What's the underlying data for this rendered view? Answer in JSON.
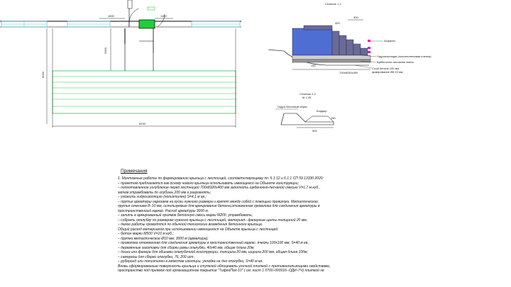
{
  "plan": {
    "dims": {
      "d1800": "1800",
      "d1400": "1400",
      "d2000": "2000",
      "d6000": "6000",
      "d8230": "8230"
    }
  },
  "section_1": {
    "title": "Сечение 1-1",
    "labels": {
      "asphalt": "Асфальт",
      "hydro": "Гидроизоляция (полиэтиленовая пленка)",
      "gravel": "Щебеночно-песчаная смесь",
      "slab": "Слой бетона 100 мм",
      "rebar": "армирование Ø8 20 мм"
    },
    "dims": {
      "d300": "300",
      "d400": "400",
      "d150": "150",
      "d700": "700x8230x400"
    }
  },
  "section_2": {
    "title": "Сечение 2-2",
    "scale": "М 1:25",
    "labels": {
      "edge": "Гидро-бетонный обрез",
      "border": "Бордюр"
    },
    "dims": {
      "d500": "500",
      "d150": "150"
    }
  },
  "notes": {
    "title": "Примечания",
    "lines": [
      "1. Монтажные работы по формированию крыльца с лестницей, соответствующему пп. 5.1.12 и 6.1.1 СП 59.13330.2020:",
      "– проектом предлагается как основу нового крыльца использовать имеющееся на Объекте конструкции;",
      "– подготовленное углубление перед лестницей 700х8320х400 мм заполнить щебеночно-песчаной смесью V=1,7 м куб.,",
      "затем утрамбовать до глубины 200 мм и разровнять;",
      "– уложить гидроизоляцию (полиэтилен) S=4,1 м кв.;",
      "– прутья арматуры нарезаем на куски нужного размера и крепят между собой с помощью проволоки. Металлические",
      "прутья сечением 8–10 мм, используемые для армирования бетона,отожженная проволока для соединения арматуры в",
      "пространственный каркас. Расход арматуры 3000 м.",
      "– залить в армированный приямок бетонную смесь марки М200, утрамбовать;",
      "– собрать опалубку по размерам нужного крыльца с лестницей, материал– фанерные щиты толщиной 20 мм,",
      "– далее работы проводятся по обычной технологии возведения бетонного крыльца.",
      "Общий расход материалов при использовании имеющегося на Объекте крыльца с лестницей:",
      "– бетон марки М500 V=10 м куб.;",
      "– прутки металлические Ø10 мм, 3000 м (арматура);",
      "– проволока отожженная для соединения арматуры в пространственный каркас, ячейки 100х100 мм, S=40 м кв.;",
      "– деревянные заготовки для сборки рамы опалубки, 40х40 мм, общая длина 20м;",
      "– доски или фанера для обшивки опалубочной конструкции, толщина 20 мм, ширина 200 мм, общая длина 100м;",
      "– саморезы для сборки опалубки, 76, 200 шт.;",
      "– рубероид или полиэтилен в качестве изоляции, укладка на дно опалубки, S=40 м кв.",
      "Вновь сформированные поверхность крыльца и ступеней облицевать уличной плиткой с противоскользящими свойствами,",
      "пространство под приямок под грязезащитное покрытие \"ТифлоПол-10\" ( см. лист 1 0700–000016–ОДИ–ГЧ) плиткой не"
    ]
  }
}
